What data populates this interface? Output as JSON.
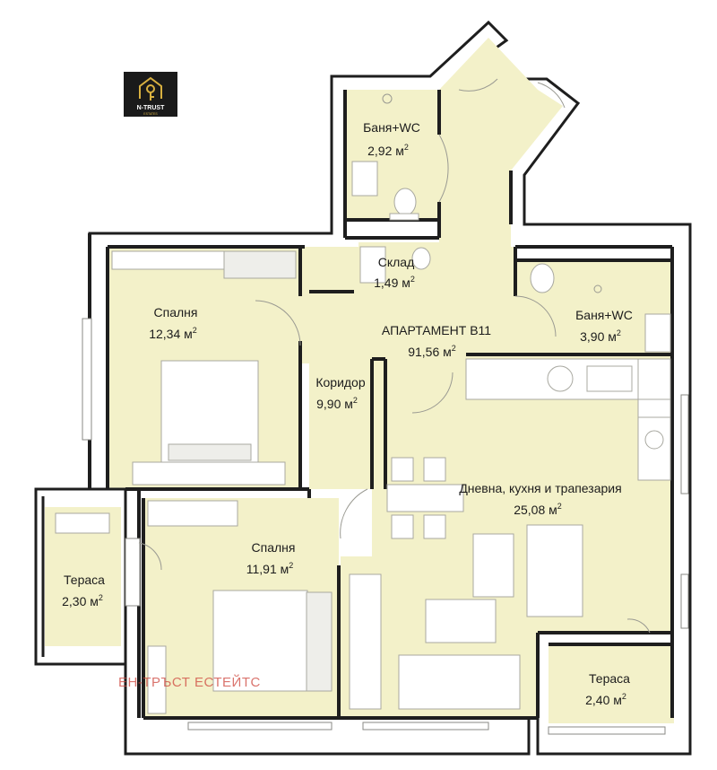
{
  "logo": {
    "name": "N-TRUST",
    "tagline": "ESTATES"
  },
  "watermark": "ЕН-ТРЪСТ ЕСТЕЙТС",
  "apartment": {
    "label": "АПАРТАМЕНТ B11",
    "area": "91,56 м",
    "unit_sup": "2"
  },
  "rooms": {
    "bath1": {
      "label": "Баня+WC",
      "area": "2,92 м",
      "sup": "2"
    },
    "storage": {
      "label": "Склад",
      "area": "1,49 м",
      "sup": "2"
    },
    "bath2": {
      "label": "Баня+WC",
      "area": "3,90 м",
      "sup": "2"
    },
    "bedroom1": {
      "label": "Спалня",
      "area": "12,34 м",
      "sup": "2"
    },
    "corridor": {
      "label": "Коридор",
      "area": "9,90 м",
      "sup": "2"
    },
    "living": {
      "label": "Дневна, кухня и трапезария",
      "area": "25,08 м",
      "sup": "2"
    },
    "bedroom2": {
      "label": "Спалня",
      "area": "11,91 м",
      "sup": "2"
    },
    "terrace1": {
      "label": "Тераса",
      "area": "2,30 м",
      "sup": "2"
    },
    "terrace2": {
      "label": "Тераса",
      "area": "2,40 м",
      "sup": "2"
    }
  },
  "colors": {
    "floor": "#f3f1c9",
    "wall": "#1e1e1e",
    "terrace": "#f3f1c9",
    "watermark": "#cd463c",
    "logo_bg": "#1a1a1a",
    "logo_accent": "#d8b040"
  }
}
